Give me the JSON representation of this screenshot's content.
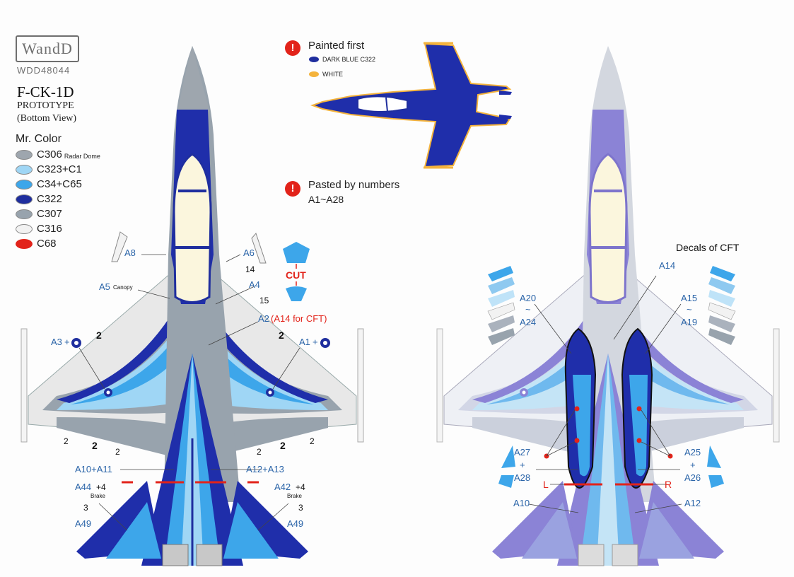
{
  "brand": {
    "logo": "WandD",
    "code": "WDD48044"
  },
  "title": {
    "model": "F-CK-1D",
    "variant": "PROTOTYPE",
    "view": "(Bottom View)"
  },
  "legend": {
    "heading": "Mr. Color",
    "items": [
      {
        "code": "C306",
        "note": "Radar Dome",
        "color": "#9ea6ae"
      },
      {
        "code": "C323+C1",
        "note": "",
        "color": "#9fd6f5"
      },
      {
        "code": "C34+C65",
        "note": "",
        "color": "#3da6ea"
      },
      {
        "code": "C322",
        "note": "",
        "color": "#1f2e9e"
      },
      {
        "code": "C307",
        "note": "",
        "color": "#98a3ad"
      },
      {
        "code": "C316",
        "note": "",
        "color": "#f2f2f2"
      },
      {
        "code": "C68",
        "note": "",
        "color": "#e2231a"
      }
    ]
  },
  "painted": {
    "heading": "Painted first",
    "items": [
      {
        "label": "DARK BLUE C322",
        "color": "#1f2e9e"
      },
      {
        "label": "WHITE",
        "color": "#f4b33c"
      }
    ]
  },
  "pasted": {
    "heading": "Pasted by numbers",
    "range": "A1~A28"
  },
  "left_labels": {
    "a8": "A8",
    "a6": "A6",
    "n14": "14",
    "cut": "CUT",
    "a5": "A5",
    "canopy": "Canopy",
    "a4": "A4",
    "n15": "15",
    "a2": "A2",
    "a2note": "(A14 for CFT)",
    "a3": "A3",
    "plus": "+",
    "a1": "A1",
    "two": "2",
    "a10": "A10+A11",
    "a12": "A12+A13",
    "a44": "A44",
    "plus4": "+4",
    "brake": "Brake",
    "a42": "A42",
    "three": "3",
    "a49": "A49"
  },
  "right_labels": {
    "cft": "Decals of CFT",
    "a14": "A14",
    "a20": "A20",
    "tilde": "~",
    "a24": "A24",
    "a15": "A15",
    "a19": "A19",
    "a27": "A27",
    "plus": "+",
    "a28": "A28",
    "a25": "A25",
    "a26": "A26",
    "l": "L",
    "r": "R",
    "a10": "A10",
    "a12": "A12"
  }
}
